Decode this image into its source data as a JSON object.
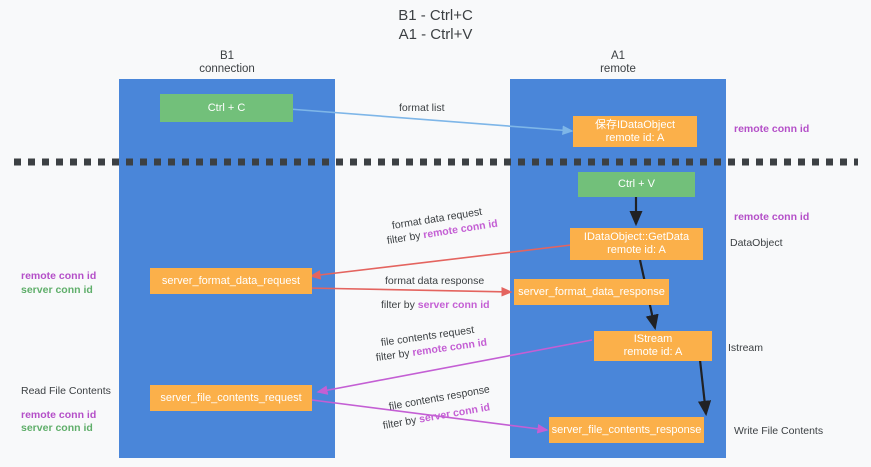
{
  "page": {
    "title": "B1 - Ctrl+C\nA1 - Ctrl+V",
    "background_color": "#f8f9fa",
    "column_color": "#4a86d9",
    "node_orange": "#fbb04a",
    "node_green": "#72c07a",
    "accent_purple": "#b44fc8",
    "accent_green": "#5fae6a",
    "divider_color": "#3c4043"
  },
  "columns": [
    {
      "name": "b1-connection",
      "label": "B1\nconnection"
    },
    {
      "name": "a1-remote",
      "label": "A1\nremote"
    }
  ],
  "nodes": {
    "ctrl_c": "Ctrl + C",
    "save_idataobject": "保存IDataObject\nremote id: A",
    "ctrl_v": "Ctrl + V",
    "idataobject_getdata": "IDataObject::GetData\nremote id: A",
    "server_format_data_request": "server_format_data_request",
    "server_format_data_response": "server_format_data_response",
    "istream": "IStream\nremote id: A",
    "server_file_contents_request": "server_file_contents_request",
    "server_file_contents_response": "server_file_contents_response"
  },
  "edges": {
    "format_list": "format list",
    "format_data_request": "format data request",
    "format_data_request_filter_prefix": "filter by ",
    "format_data_request_filter_key": "remote conn id",
    "format_data_response": "format data response",
    "format_data_response_filter_prefix": "filter by ",
    "format_data_response_filter_key": "server conn id",
    "file_contents_request": "file contents request",
    "file_contents_request_filter_prefix": "filter by ",
    "file_contents_request_filter_key": "remote conn id",
    "file_contents_response": "file contents response",
    "file_contents_response_filter_prefix": "filter by ",
    "file_contents_response_filter_key": "server conn id"
  },
  "right_labels": {
    "remote_conn_id_top": "remote conn id",
    "remote_conn_id_mid": "remote conn id",
    "dataobject": "DataObject",
    "istream": "Istream",
    "write_file_contents": "Write File Contents"
  },
  "left_labels": {
    "remote_conn_id": "remote conn id",
    "server_conn_id": "server conn id",
    "read_file_contents": "Read File Contents",
    "remote_conn_id_2": "remote conn id",
    "server_conn_id_2": "server conn id"
  }
}
